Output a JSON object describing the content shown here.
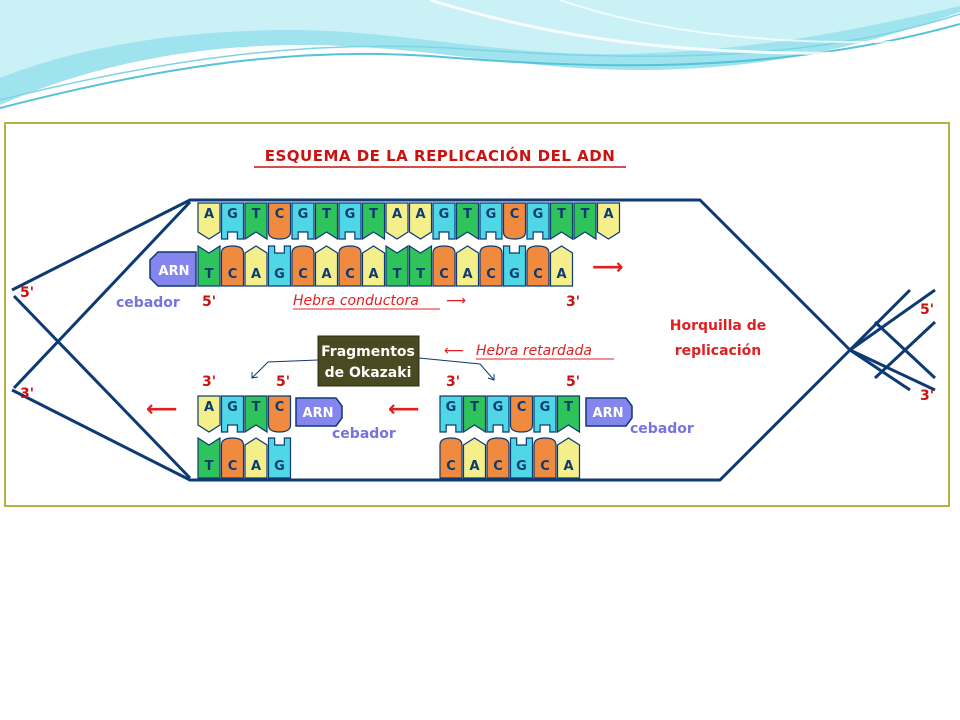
{
  "colors": {
    "A": "#f4ef8a",
    "G": "#4fd7e6",
    "T": "#2fc45b",
    "C": "#f08a3e",
    "strand_line": "#0d3a73",
    "frame": "#b5b143",
    "title_red": "#cc1111",
    "label_red": "#e02020",
    "label_dark": "#0d3a73",
    "primer_fill": "#8585ee",
    "primer_text": "#7474e0",
    "okazaki_fill": "#4a4a22"
  },
  "diagram": {
    "title": "ESQUEMA DE LA REPLICACIÓN DEL ADN",
    "labels": {
      "five_prime": "5'",
      "three_prime": "3'",
      "primer_tag": "ARN",
      "primer_caption": "cebador",
      "leading_strand": "Hebra conductora",
      "lagging_strand": "Hebra retardada",
      "fork": [
        "Horquilla de",
        "replicación"
      ],
      "okazaki": [
        "Fragmentos",
        "de Okazaki"
      ]
    },
    "arrows": {
      "right": "⟶",
      "left": "⟵"
    },
    "template_top": [
      "A",
      "G",
      "T",
      "C",
      "G",
      "T",
      "G",
      "T",
      "A",
      "A",
      "G",
      "T",
      "G",
      "C",
      "G",
      "T",
      "T",
      "A"
    ],
    "leading_new": [
      "T",
      "C",
      "A",
      "G",
      "C",
      "A",
      "C",
      "A",
      "T",
      "T",
      "C",
      "A",
      "C",
      "G",
      "C",
      "A"
    ],
    "okazaki_left": {
      "top": [
        "A",
        "G",
        "T",
        "C"
      ],
      "bottom": [
        "T",
        "C",
        "A",
        "G"
      ]
    },
    "okazaki_right": {
      "top": [
        "G",
        "T",
        "G",
        "C",
        "G",
        "T"
      ],
      "bottom": [
        "C",
        "A",
        "C",
        "G",
        "C",
        "A"
      ]
    }
  }
}
